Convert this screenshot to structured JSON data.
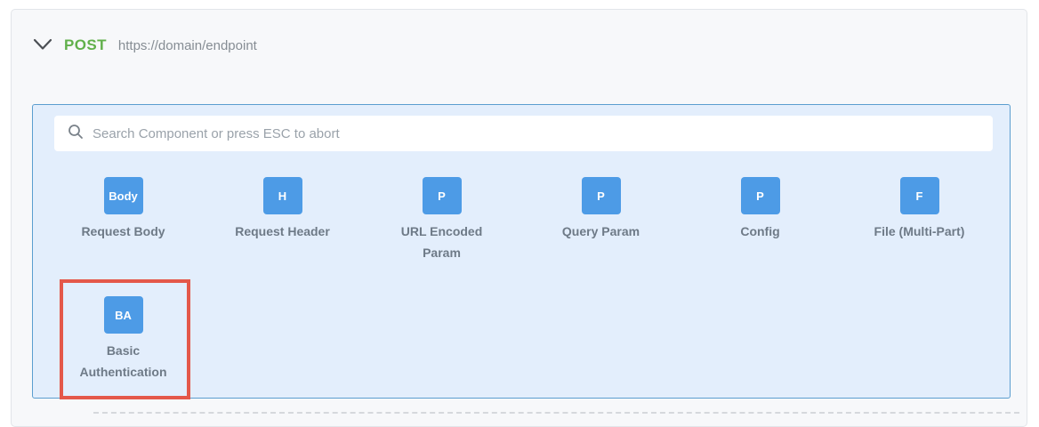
{
  "header": {
    "method": "POST",
    "url": "https://domain/endpoint"
  },
  "search": {
    "placeholder": "Search Component or press ESC to abort"
  },
  "components": [
    {
      "abbr": "Body",
      "label": "Request Body"
    },
    {
      "abbr": "H",
      "label": "Request Header"
    },
    {
      "abbr": "P",
      "label": "URL Encoded Param"
    },
    {
      "abbr": "P",
      "label": "Query Param"
    },
    {
      "abbr": "P",
      "label": "Config"
    },
    {
      "abbr": "F",
      "label": "File (Multi-Part)"
    },
    {
      "abbr": "BA",
      "label": "Basic Authentication",
      "highlighted": true
    }
  ],
  "colors": {
    "method_green": "#61b04b",
    "badge_blue": "#4d9be6",
    "panel_bg": "#e3eefc",
    "panel_border": "#5b9ecf",
    "highlight_red": "#e4584a"
  }
}
